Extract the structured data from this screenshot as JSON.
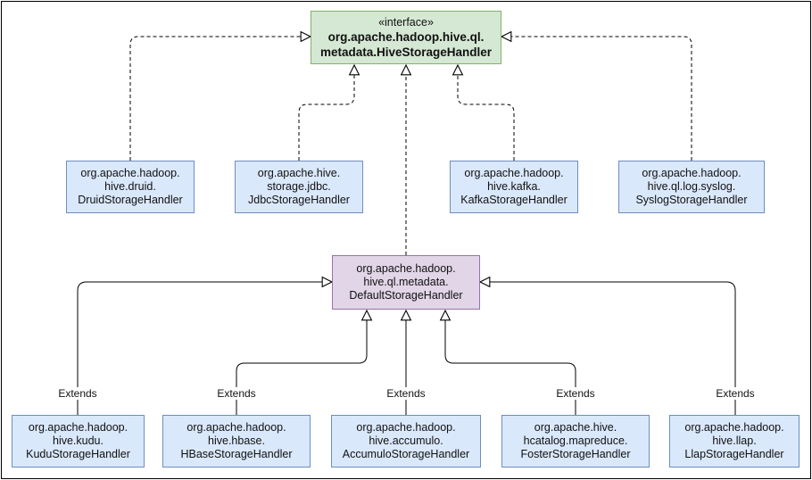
{
  "interface": {
    "stereotype": "«interface»",
    "name_line1": "org.apache.hadoop.hive.ql.",
    "name_line2": "metadata.HiveStorageHandler"
  },
  "implementers": [
    {
      "line1": "org.apache.hadoop.",
      "line2": "hive.druid.",
      "line3": "DruidStorageHandler"
    },
    {
      "line1": "org.apache.hive.",
      "line2": "storage.jdbc.",
      "line3": "JdbcStorageHandler"
    },
    {
      "line1": "org.apache.hadoop.",
      "line2": "hive.kafka.",
      "line3": "KafkaStorageHandler"
    },
    {
      "line1": "org.apache.hadoop.",
      "line2": "hive.ql.log.syslog.",
      "line3": "SyslogStorageHandler"
    }
  ],
  "default_handler": {
    "line1": "org.apache.hadoop.",
    "line2": "hive.ql.metadata.",
    "line3": "DefaultStorageHandler"
  },
  "subclasses": [
    {
      "line1": "org.apache.hadoop.",
      "line2": "hive.kudu.",
      "line3": "KuduStorageHandler"
    },
    {
      "line1": "org.apache.hadoop.",
      "line2": "hive.hbase.",
      "line3": "HBaseStorageHandler"
    },
    {
      "line1": "org.apache.hadoop.",
      "line2": "hive.accumulo.",
      "line3": "AccumuloStorageHandler"
    },
    {
      "line1": "org.apache.hive.",
      "line2": "hcatalog.mapreduce.",
      "line3": "FosterStorageHandler"
    },
    {
      "line1": "org.apache.hadoop.",
      "line2": "hive.llap.",
      "line3": "LlapStorageHandler"
    }
  ],
  "edge_labels": {
    "extends": "Extends"
  }
}
